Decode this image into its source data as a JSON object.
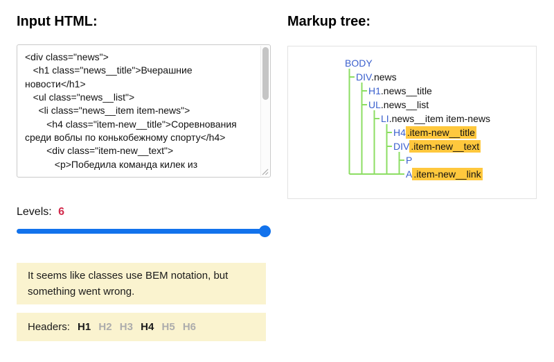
{
  "left": {
    "heading": "Input HTML:",
    "textarea_value": "<div class=\"news\">\n   <h1 class=\"news__title\">Вчерашние новости</h1>\n   <ul class=\"news__list\">\n     <li class=\"news__item item-news\">\n        <h4 class=\"item-new__title\">Соревнования среди воблы по конькобежному спорту</h4>\n        <div class=\"item-new__text\">\n           <p>Победила команда килек из",
    "levels": {
      "label": "Levels:",
      "value": "6"
    },
    "slider": {
      "value": 6,
      "position": "max"
    },
    "notes": {
      "bem_warning": "It seems like classes use BEM notation, but something went wrong.",
      "headers_label": "Headers:",
      "headers": [
        {
          "label": "H1",
          "present": true
        },
        {
          "label": "H2",
          "present": false
        },
        {
          "label": "H3",
          "present": false
        },
        {
          "label": "H4",
          "present": true
        },
        {
          "label": "H5",
          "present": false
        },
        {
          "label": "H6",
          "present": false
        }
      ]
    }
  },
  "right": {
    "heading": "Markup tree:",
    "tree": {
      "nodes": [
        {
          "tag": "BODY",
          "classes": "",
          "highlighted": false
        },
        {
          "tag": "DIV",
          "classes": ".news",
          "highlighted": false
        },
        {
          "tag": "H1",
          "classes": ".news__title",
          "highlighted": false
        },
        {
          "tag": "UL",
          "classes": ".news__list",
          "highlighted": false
        },
        {
          "tag": "LI",
          "classes": ".news__item item-news",
          "highlighted": false
        },
        {
          "tag": "H4",
          "classes": ".item-new__title",
          "highlighted": true
        },
        {
          "tag": "DIV",
          "classes": ".item-new__text",
          "highlighted": true
        },
        {
          "tag": "P",
          "classes": "",
          "highlighted": false
        },
        {
          "tag": "A",
          "classes": ".item-new__link",
          "highlighted": true
        }
      ]
    }
  },
  "colors": {
    "slider_blue": "#1272ec",
    "tag_blue": "#3a5fcd",
    "class_highlight": "#ffc83d",
    "tree_line_green": "#8cde63",
    "note_background": "#faf3cf",
    "levels_value_red": "#d2294b",
    "inactive_header_gray": "#acacac"
  }
}
